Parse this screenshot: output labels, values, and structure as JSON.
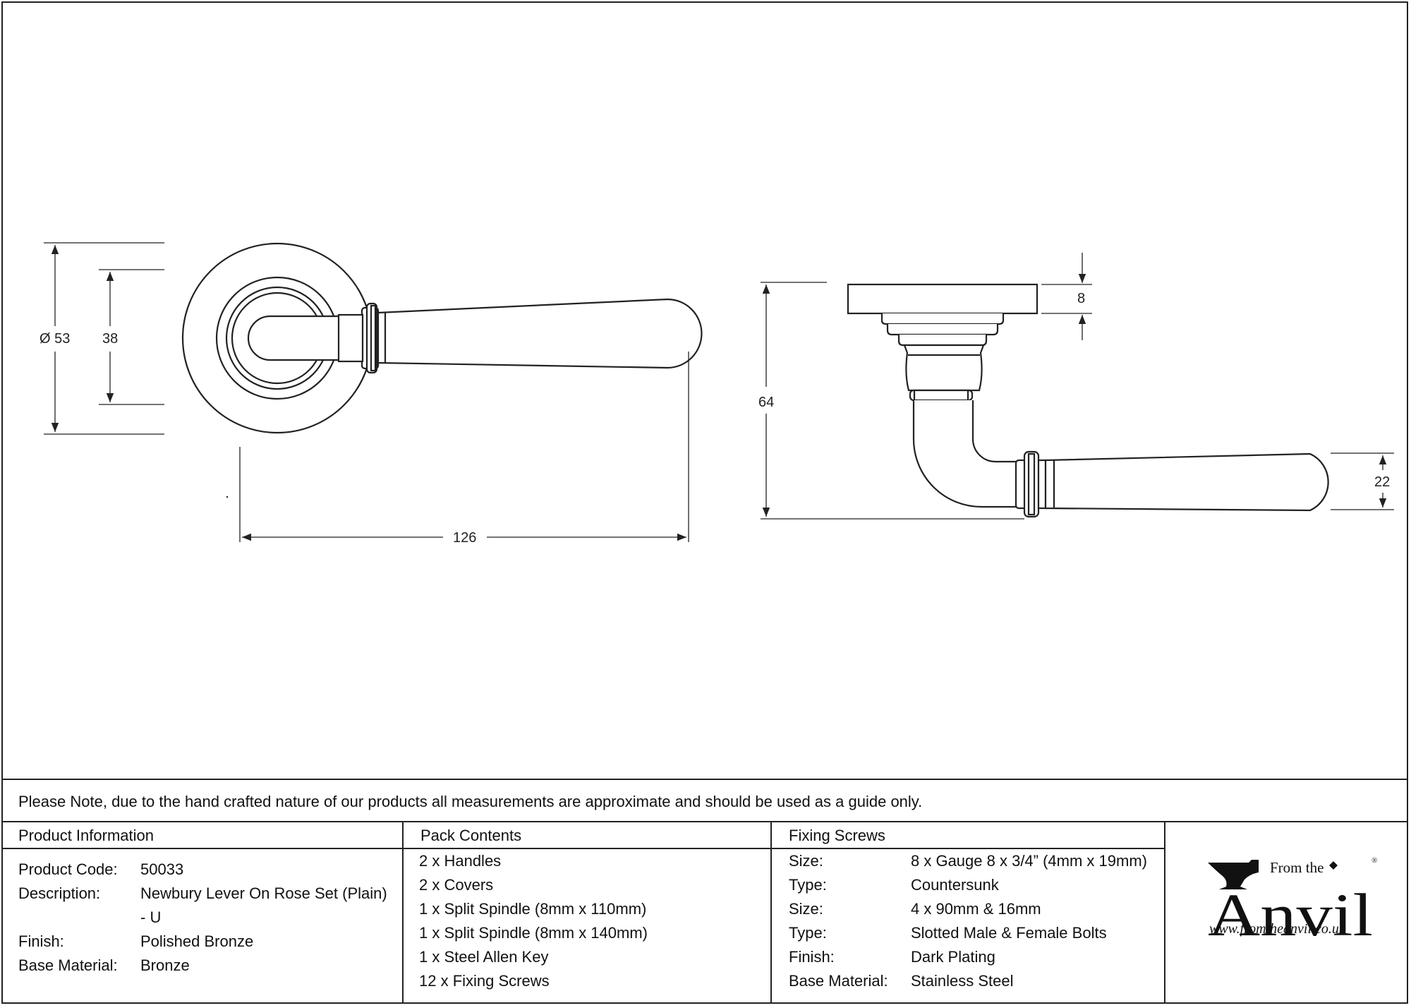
{
  "dimensions": {
    "rose_diameter": "Ø 53",
    "inner_diameter": "38",
    "lever_length": "126",
    "projection": "64",
    "rose_thickness": "8",
    "grip_height": "22"
  },
  "note": "Please Note, due to the hand crafted nature of our products all measurements are approximate and should be used as a guide only.",
  "product_information": {
    "heading": "Product Information",
    "rows": [
      {
        "label": "Product Code:",
        "value": "50033"
      },
      {
        "label": "Description:",
        "value": "Newbury Lever On Rose Set (Plain)"
      },
      {
        "label": "",
        "value": "- U"
      },
      {
        "label": "Finish:",
        "value": "Polished Bronze"
      },
      {
        "label": "Base Material:",
        "value": "Bronze"
      }
    ]
  },
  "pack_contents": {
    "heading": "Pack Contents",
    "items": [
      "2 x Handles",
      "2 x Covers",
      "1 x Split Spindle (8mm x 110mm)",
      "1 x Split Spindle (8mm x 140mm)",
      "1 x Steel Allen Key",
      "12 x Fixing Screws"
    ]
  },
  "fixing_screws": {
    "heading": "Fixing Screws",
    "rows": [
      {
        "label": "Size:",
        "value": "8 x Gauge 8 x 3/4” (4mm x 19mm)"
      },
      {
        "label": "Type:",
        "value": "Countersunk"
      },
      {
        "label": "Size:",
        "value": "4 x 90mm & 16mm"
      },
      {
        "label": "Type:",
        "value": "Slotted Male & Female Bolts"
      },
      {
        "label": "Finish:",
        "value": "Dark Plating"
      },
      {
        "label": "Base Material:",
        "value": "Stainless Steel"
      }
    ]
  },
  "logo": {
    "small_text": "From the",
    "large_text": "Anvil",
    "registered": "®",
    "url": "www.fromtheanvil.co.uk"
  }
}
